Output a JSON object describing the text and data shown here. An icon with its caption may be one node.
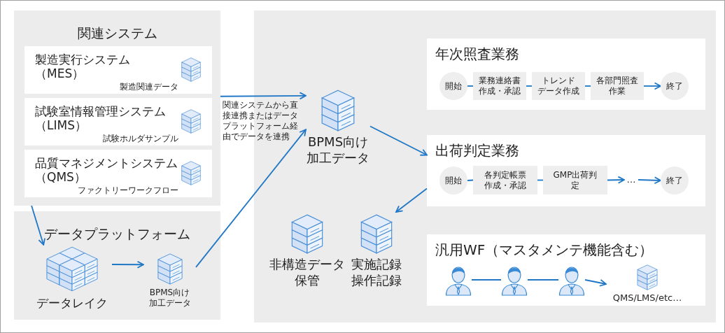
{
  "diagram": {
    "nodes": [
      {
        "text": [
          "関連システム"
        ]
      },
      {
        "text": [
          "製造実行システム（MES）",
          "製造関連データ"
        ],
        "in": 0
      },
      {
        "text": [
          "試験室情報管理システム（LIMS）",
          "試験ホルダサンプル"
        ],
        "in": 0
      },
      {
        "text": [
          "品質マネジメントシステム（QMS）",
          "ファクトリーワークフロー"
        ],
        "in": 0
      },
      {
        "text": [
          "データプラットフォーム"
        ]
      },
      {
        "text": [
          "データレイク"
        ],
        "in": 4
      },
      {
        "text": [
          "BPMS向け加工データ"
        ],
        "in": 4
      },
      {
        "text": [],
        "shape": "box"
      },
      {
        "text": [
          "BPMS向け加工データ"
        ],
        "in": 7
      },
      {
        "text": [
          "非構造データ保管"
        ],
        "in": 7
      },
      {
        "text": [
          "実施記録操作記録"
        ],
        "in": 7
      },
      {
        "text": [
          "年次照査業務"
        ],
        "in": 7
      },
      {
        "text": [
          "開始"
        ],
        "in": 11
      },
      {
        "text": [
          "業務連絡書作成・承認"
        ],
        "in": 11
      },
      {
        "text": [
          "トレンドデータ作成"
        ],
        "in": 11
      },
      {
        "text": [
          "各部門照査作業"
        ],
        "in": 11
      },
      {
        "text": [
          "終了"
        ],
        "in": 11
      },
      {
        "text": [
          "出荷判定業務"
        ],
        "in": 7
      },
      {
        "text": [
          "開始"
        ],
        "in": 17
      },
      {
        "text": [
          "各判定帳票作成・承認"
        ],
        "in": 17
      },
      {
        "text": [
          "GMP出荷判定"
        ],
        "in": 17
      },
      {
        "text": [
          "…"
        ],
        "in": 17
      },
      {
        "text": [
          "終了"
        ],
        "in": 17
      },
      {
        "text": [
          "汎用WF（マスタメンテ機能含む）"
        ],
        "in": 7
      },
      {
        "text": [],
        "shape": "person",
        "in": 23
      },
      {
        "text": [],
        "shape": "person",
        "in": 23
      },
      {
        "text": [],
        "shape": "person",
        "in": 23
      },
      {
        "text": [
          "QMS/LMS/etc…"
        ],
        "in": 23
      }
    ],
    "edges": [
      {
        "from": 0,
        "to": 8,
        "arrow": "to",
        "label": "関連システムから直接連携またはデータプラットフォーム経由でデータを連携"
      },
      {
        "from": 0,
        "to": 5,
        "arrow": "to"
      },
      {
        "from": 5,
        "to": 6,
        "arrow": "to"
      },
      {
        "from": 6,
        "to": 8,
        "arrow": "to"
      },
      {
        "from": 8,
        "to": 17,
        "arrow": "to"
      },
      {
        "from": 17,
        "to": 10,
        "arrow": "to"
      },
      {
        "from": 12,
        "to": 13,
        "arrow": "none"
      },
      {
        "from": 13,
        "to": 14,
        "arrow": "none"
      },
      {
        "from": 14,
        "to": 15,
        "arrow": "none"
      },
      {
        "from": 15,
        "to": 16,
        "arrow": "to"
      },
      {
        "from": 18,
        "to": 19,
        "arrow": "none"
      },
      {
        "from": 19,
        "to": 20,
        "arrow": "none"
      },
      {
        "from": 20,
        "to": 21,
        "arrow": "to"
      },
      {
        "from": 21,
        "to": 22,
        "arrow": "to"
      },
      {
        "from": 24,
        "to": 25,
        "arrow": "none"
      },
      {
        "from": 25,
        "to": 26,
        "arrow": "none"
      },
      {
        "from": 26,
        "to": 27,
        "arrow": "to"
      }
    ]
  }
}
